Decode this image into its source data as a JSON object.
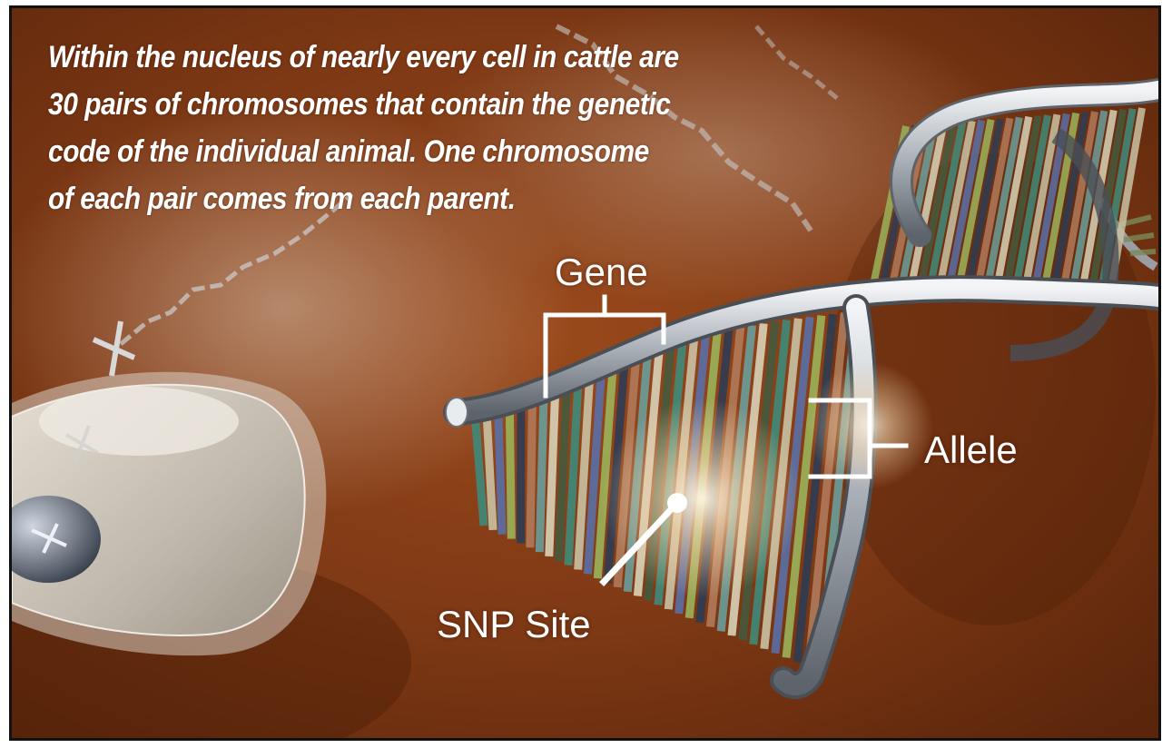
{
  "caption": {
    "lines": [
      "Within the nucleus of nearly every cell in cattle are",
      "30 pairs of chromosomes that contain the genetic",
      "code of the individual animal. One chromosome",
      "of each pair comes from each parent."
    ]
  },
  "labels": {
    "gene": "Gene",
    "allele": "Allele",
    "snp_site": "SNP Site"
  },
  "colors": {
    "background": "#7a3512",
    "label_text": "#ffffff",
    "dna_backbone": "#b9bfc6"
  }
}
